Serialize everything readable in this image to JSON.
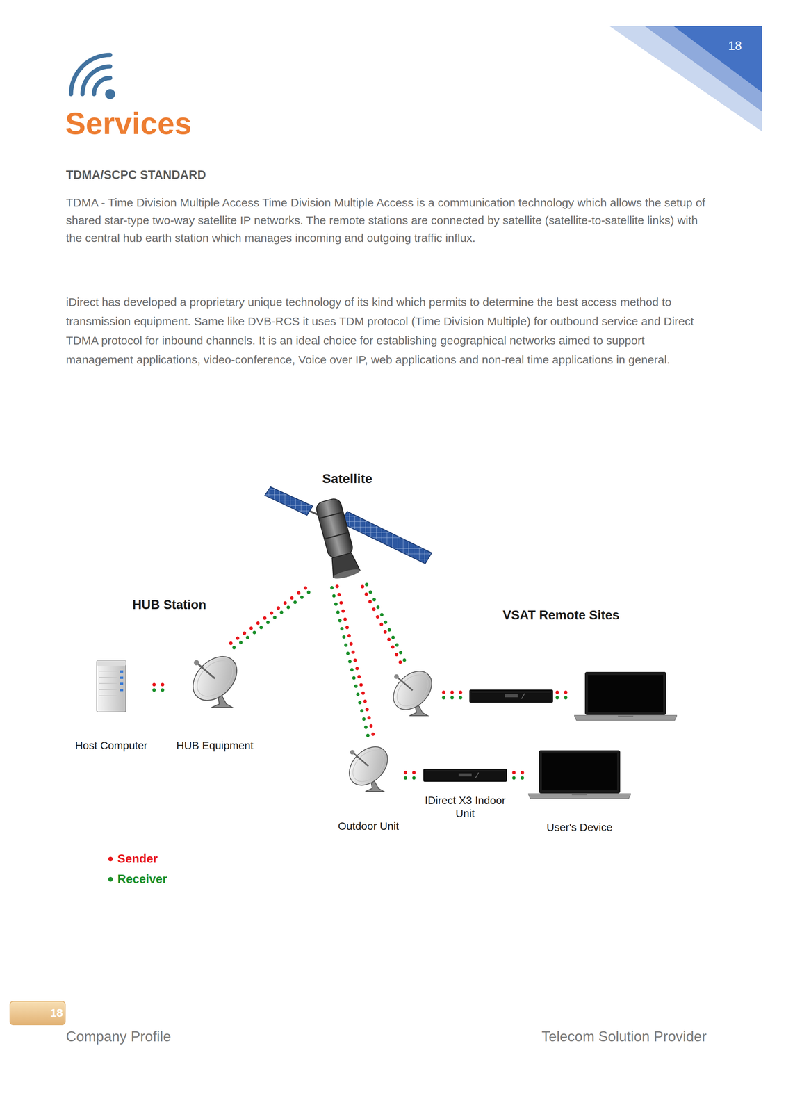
{
  "diagram": {
    "title": "Services",
    "nodes": [
      {
        "text": [
          "Satellite"
        ]
      },
      {
        "text": [
          "Host Computer"
        ]
      },
      {
        "text": [
          "HUB Equipment"
        ]
      },
      {
        "text": [
          "Outdoor Unit"
        ]
      },
      {
        "text": [
          "IDirect X3 Indoor Unit"
        ]
      },
      {
        "text": [
          "User's Device"
        ]
      }
    ],
    "edges": [
      {
        "from": 1,
        "to": 2,
        "arrow": "none"
      },
      {
        "from": 2,
        "to": 0,
        "arrow": "none"
      },
      {
        "from": 0,
        "to": 3,
        "arrow": "none"
      },
      {
        "from": 3,
        "to": 4,
        "arrow": "none"
      },
      {
        "from": 4,
        "to": 5,
        "arrow": "none"
      }
    ],
    "labels": [
      "18",
      "TDMA/SCPC STANDARD",
      "TDMA - Time Division Multiple Access Time Division Multiple Access is a communication technology which allows the setup of shared star-type two-way satellite IP networks. The remote stations are connected by satellite (satellite-to-satellite links) with the central hub earth station which manages incoming and outgoing traffic influx.",
      "iDirect has developed a proprietary unique technology of its kind which permits to determine the best access method to transmission equipment. Same like DVB-RCS it uses TDM protocol (Time Division Multiple) for outbound service and Direct TDMA protocol for inbound channels. It is an ideal choice for establishing geographical networks aimed to support management applications, video-conference, Voice over IP, web applications and non-real time applications in general.",
      "HUB Station",
      "VSAT Remote Sites",
      "18",
      "Company Profile",
      "Telecom Solution Provider"
    ],
    "legend": [
      {
        "text": "Sender",
        "color": "#e8161b"
      },
      {
        "text": "Receiver",
        "color": "#1a8f2a"
      }
    ]
  }
}
